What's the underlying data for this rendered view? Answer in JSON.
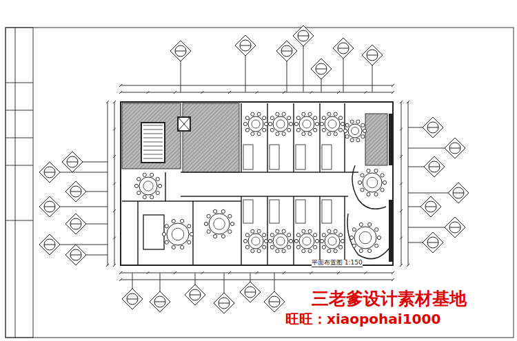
{
  "diagram": {
    "title": "平面布置图 1:150",
    "labels": [
      "三老爹设计素材基地",
      "旺旺：xiaopohai1000"
    ]
  }
}
